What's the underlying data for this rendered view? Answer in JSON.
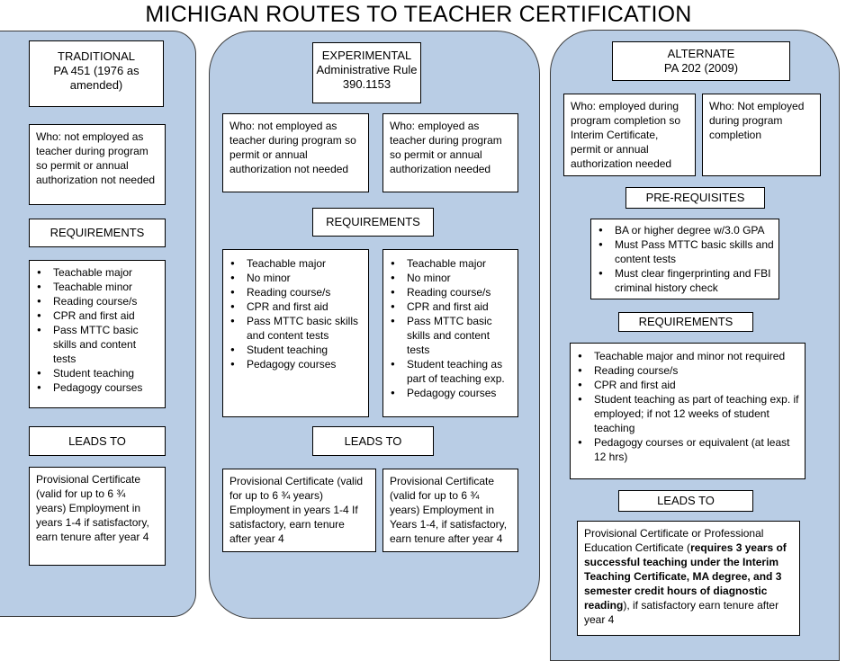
{
  "title": "MICHIGAN ROUTES TO TEACHER CERTIFICATION",
  "traditional": {
    "header": [
      "TRADITIONAL",
      "PA 451 (1976 as",
      "amended)"
    ],
    "who": "Who: not employed as teacher during program so permit or annual authorization not needed",
    "requirements_label": "REQUIREMENTS",
    "requirements": [
      "Teachable major",
      "Teachable minor",
      "Reading course/s",
      "CPR and first aid",
      "Pass MTTC basic skills and content tests",
      "Student teaching",
      "Pedagogy courses"
    ],
    "leads_to_label": "LEADS TO",
    "leads_to": "Provisional Certificate (valid for up to 6 ¾ years) Employment in years 1-4 if satisfactory, earn tenure after year 4"
  },
  "experimental": {
    "header": [
      "EXPERIMENTAL",
      "Administrative Rule",
      "390.1153"
    ],
    "who_left": "Who: not employed as teacher during program so permit or annual authorization not needed",
    "who_right": "Who: employed as teacher during program so permit or annual authorization needed",
    "requirements_label": "REQUIREMENTS",
    "requirements_left": [
      "Teachable major",
      "No minor",
      "Reading course/s",
      "CPR and first aid",
      "Pass MTTC basic skills and content tests",
      "Student teaching",
      "Pedagogy courses"
    ],
    "requirements_right": [
      "Teachable major",
      "No minor",
      "Reading course/s",
      "CPR and first aid",
      "Pass MTTC basic skills and content tests",
      "Student teaching as part of teaching exp.",
      "Pedagogy courses"
    ],
    "leads_to_label": "LEADS TO",
    "leads_to_left": "Provisional Certificate (valid for up to 6 ¾ years) Employment in years 1-4 If satisfactory, earn tenure after year 4",
    "leads_to_right": "Provisional Certificate (valid for up to 6 ¾ years) Employment in Years 1-4, if satisfactory, earn tenure after year 4"
  },
  "alternate": {
    "header": [
      "ALTERNATE",
      "PA 202 (2009)"
    ],
    "who_left": "Who: employed during program completion so Interim Certificate, permit or annual authorization needed",
    "who_right": "Who: Not employed during program completion",
    "prereq_label": "PRE-REQUISITES",
    "prerequisites": [
      "BA or higher degree w/3.0 GPA",
      "Must Pass MTTC basic skills and content tests",
      "Must clear fingerprinting and FBI criminal history check"
    ],
    "requirements_label": "REQUIREMENTS",
    "requirements": [
      "Teachable major and minor not required",
      "Reading course/s",
      "CPR and first aid",
      "Student teaching as part of teaching exp. if employed; if not 12 weeks of student teaching",
      "Pedagogy courses or equivalent (at least 12 hrs)"
    ],
    "leads_to_label": "LEADS TO",
    "leads_to_pre": "Provisional Certificate or Professional Education Certificate (",
    "leads_to_bold": "requires 3 years of successful teaching under the Interim Teaching Certificate, MA degree, and 3 semester credit hours of diagnostic reading",
    "leads_to_post": "), if satisfactory earn tenure after year 4"
  }
}
